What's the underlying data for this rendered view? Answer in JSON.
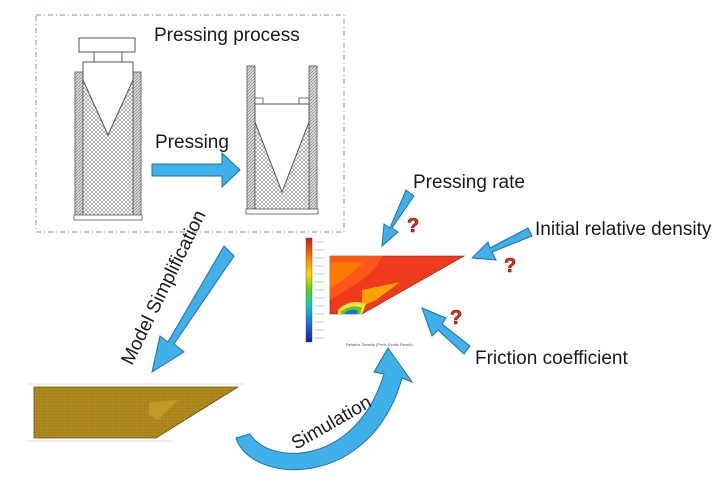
{
  "labels": {
    "pressing_process": "Pressing process",
    "pressing": "Pressing",
    "model_simplification": "Model Simplification",
    "simulation": "Simulation",
    "pressing_rate": "Pressing rate",
    "initial_relative_density": "Initial relative density",
    "friction_coefficient": "Friction coefficient",
    "question_mark": "?"
  },
  "contour": {
    "caption": "Relative Density (Pred. Exotic Result)"
  },
  "colors": {
    "arrow_fill": "#3fb0ea",
    "arrow_stroke": "#1f6fa8",
    "mesh_fill": "#b08a1c",
    "contour_red": "#f03a1e",
    "question": "#d8321e",
    "dashed_box": "#7f93ad"
  }
}
